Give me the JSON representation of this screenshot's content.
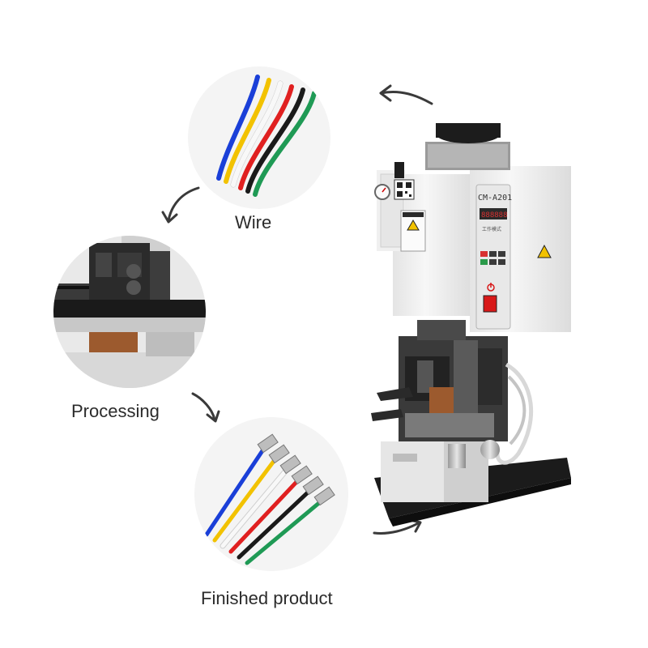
{
  "labels": {
    "wire": "Wire",
    "processing": "Processing",
    "finished": "Finished product"
  },
  "machine": {
    "model": "CM-A201",
    "display": "888888",
    "panel_title": "工作模式"
  },
  "wire_colors": [
    "#1a3fd8",
    "#f2c200",
    "#ffffff",
    "#e02020",
    "#1a1a1a",
    "#1f9a55"
  ],
  "colors": {
    "machine_body": "#f2f2f2",
    "base_plate": "#1b1b1b",
    "arrow": "#3a3a3a",
    "power_switch": "#d81818",
    "display_digits": "#d83030"
  },
  "icons": [
    "flow-arrow-icon",
    "warning-icon",
    "power-icon",
    "pressure-gauge-icon",
    "qr-code-icon"
  ]
}
